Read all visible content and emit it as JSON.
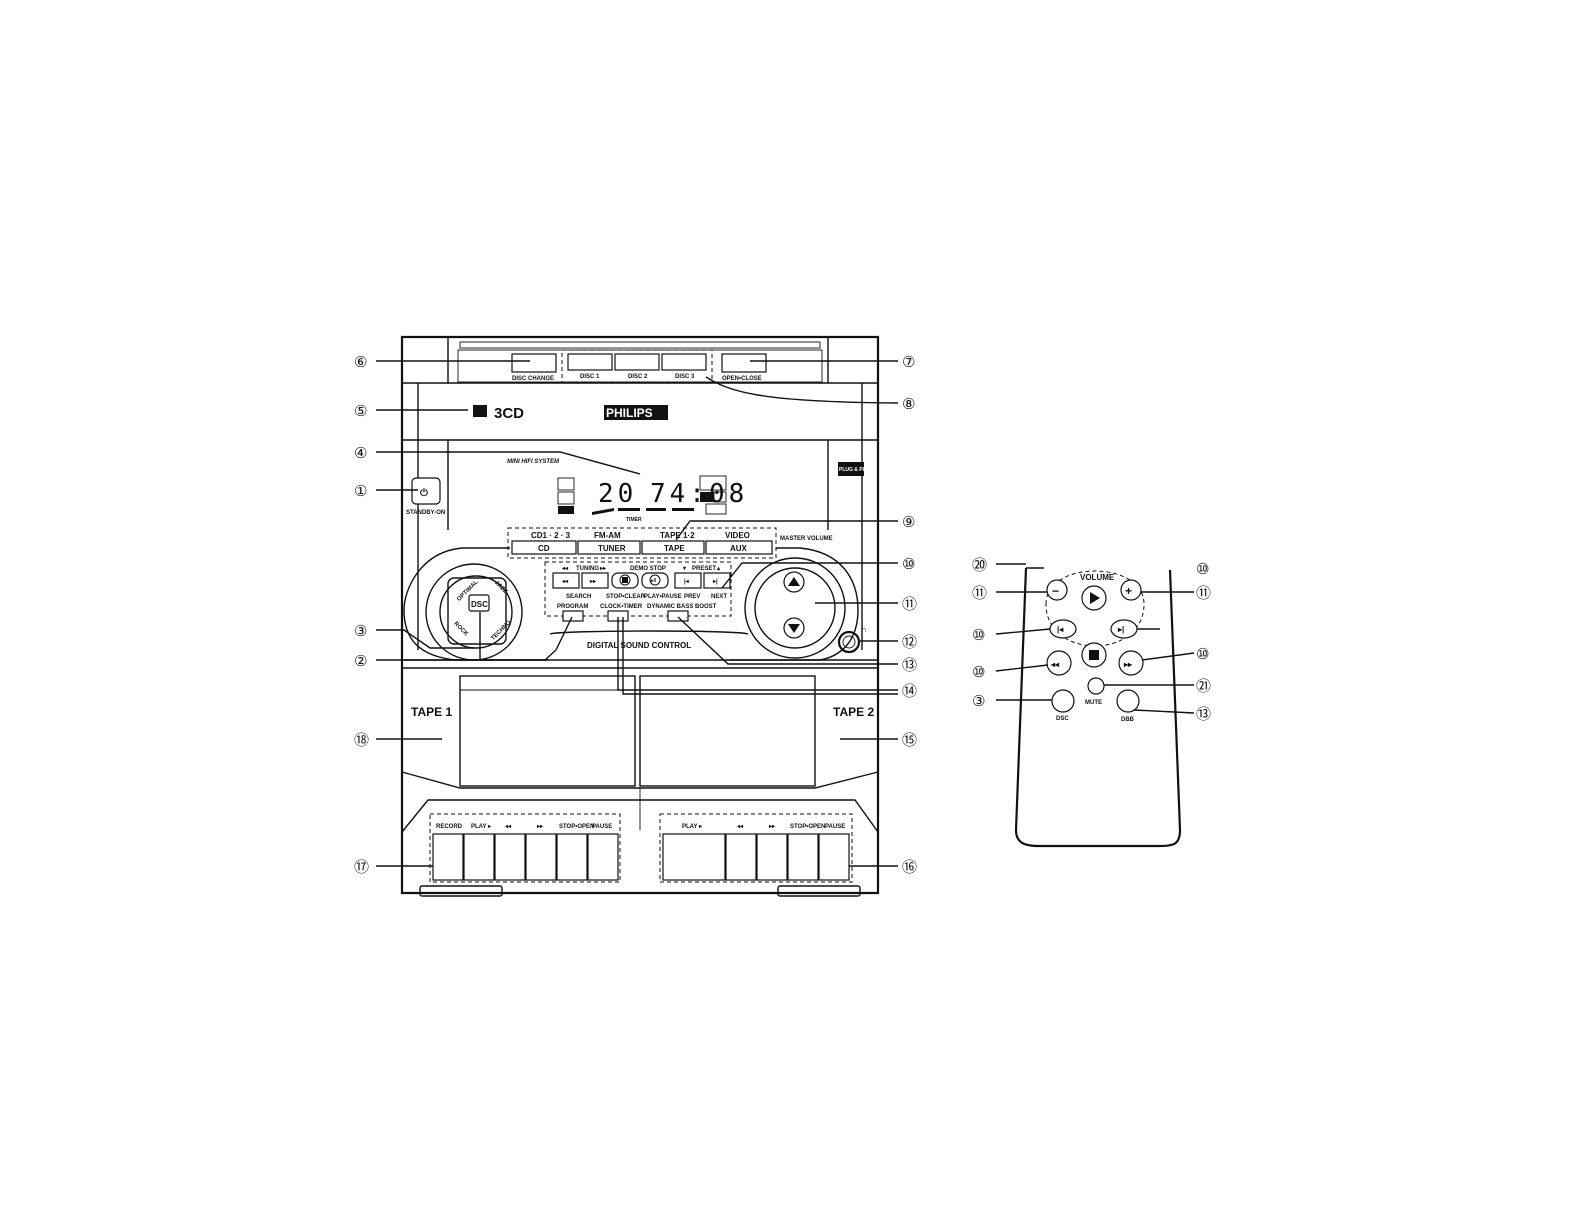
{
  "unit": {
    "top": {
      "disc_change": "DISC CHANGE",
      "disc1": "DISC 1",
      "disc2": "DISC 2",
      "disc3": "DISC 3",
      "open_close": "OPEN•CLOSE"
    },
    "brand": {
      "three_cd": "3CD",
      "philips": "PHILIPS",
      "mini_hifi": "MINI HIFI SYSTEM",
      "plug_play": "PLUG & PLAY"
    },
    "display": {
      "digits_left": "20",
      "digits_right": "74:08",
      "timer": "TIMER"
    },
    "standby": "STANDBY-ON",
    "sources_top": [
      "CD1 · 2 · 3",
      "FM-AM",
      "TAPE 1·2",
      "VIDEO"
    ],
    "sources_bottom": [
      "CD",
      "TUNER",
      "TAPE",
      "AUX"
    ],
    "master_volume": "MASTER VOLUME",
    "dsc_knob": {
      "center": "DSC",
      "optimal": "OPTIMAL",
      "jazz": "JAZZ",
      "rock": "ROCK",
      "techno": "TECHNO"
    },
    "transport_top": {
      "tuning_left": "◂◂",
      "tuning": "TUNING",
      "tuning_right": "▸▸",
      "demo_stop": "DEMO STOP",
      "preset_down": "▾",
      "preset": "PRESET",
      "preset_up": "▴"
    },
    "transport_bottom": [
      "SEARCH",
      "STOP•CLEAR",
      "PLAY•PAUSE",
      "PREV",
      "NEXT"
    ],
    "program": "PROGRAM",
    "clock_timer": "CLOCK•TIMER",
    "dbb": "DYNAMIC BASS BOOST",
    "dsc_title": "DIGITAL SOUND CONTROL",
    "tape1": "TAPE 1",
    "tape2": "TAPE 2",
    "deck1_buttons": [
      "RECORD",
      "PLAY ▸",
      "◂◂",
      "▸▸",
      "STOP•OPEN",
      "PAUSE"
    ],
    "deck2_buttons": [
      "PLAY ▸",
      "◂◂",
      "▸▸",
      "STOP•OPEN",
      "PAUSE"
    ]
  },
  "remote": {
    "volume": "VOLUME",
    "minus": "−",
    "plus": "+",
    "mute": "MUTE",
    "dsc": "DSC",
    "dbb": "DBB"
  },
  "callouts": {
    "c1": "①",
    "c2": "②",
    "c3": "③",
    "c4": "④",
    "c5": "⑤",
    "c6": "⑥",
    "c7": "⑦",
    "c8": "⑧",
    "c9": "⑨",
    "c10": "⑩",
    "c11": "⑪",
    "c12": "⑫",
    "c13": "⑬",
    "c14": "⑭",
    "c15": "⑮",
    "c16": "⑯",
    "c17": "⑰",
    "c18": "⑱",
    "c20": "⑳",
    "c21": "㉑"
  }
}
